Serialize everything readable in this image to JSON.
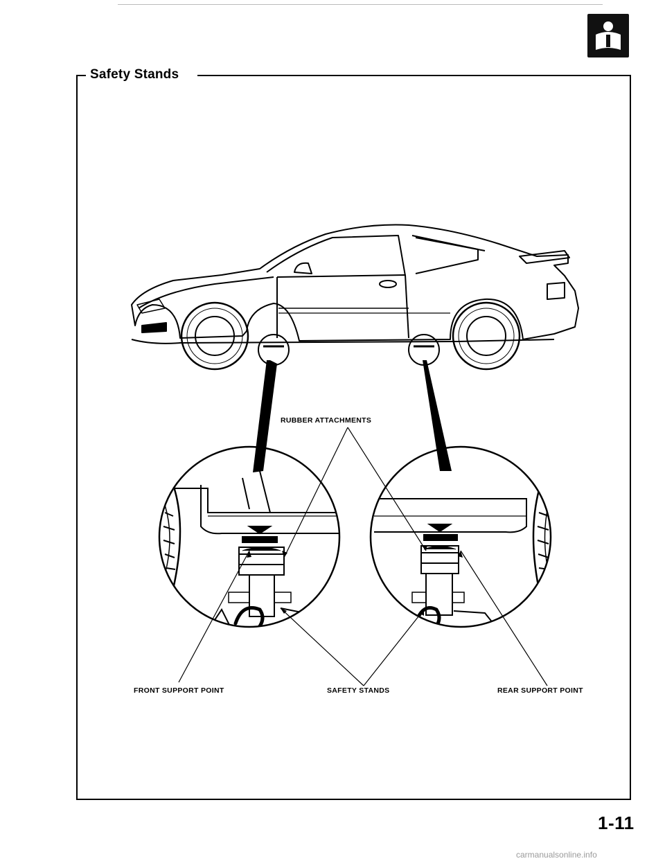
{
  "header": {
    "section_icon": "info-badge-icon",
    "title": "Safety Stands"
  },
  "figure": {
    "callouts": {
      "rubber": "RUBBER ATTACHMENTS",
      "front": "FRONT SUPPORT POINT",
      "safety": "SAFETY STANDS",
      "rear": "REAR SUPPORT POINT"
    }
  },
  "footer": {
    "page_number": "1-11",
    "watermark": "carmanualsonline.info"
  }
}
